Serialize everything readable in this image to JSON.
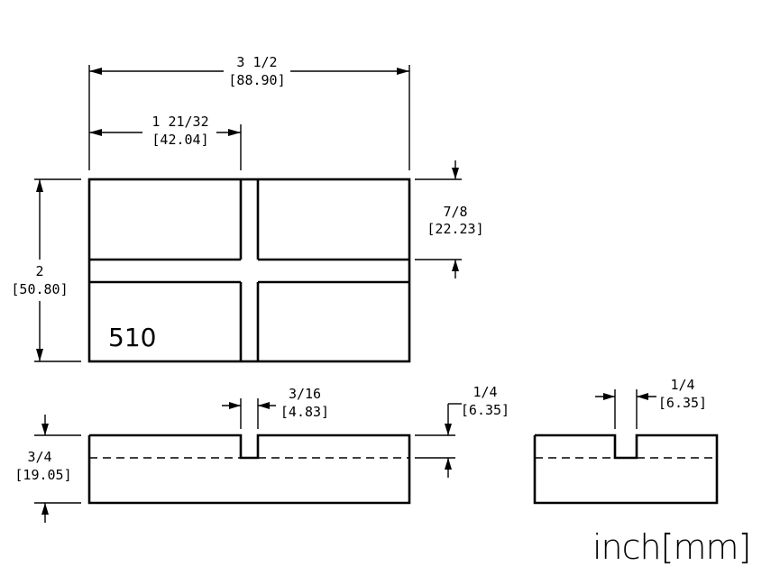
{
  "part_label": "510",
  "units": "inch[mm]",
  "dimensions": {
    "overall_width": {
      "inch": "3 1/2",
      "mm": "[88.90]"
    },
    "slot_offset": {
      "inch": "1 21/32",
      "mm": "[42.04]"
    },
    "overall_height": {
      "inch": "2",
      "mm": "[50.80]"
    },
    "top_cell_height": {
      "inch": "7/8",
      "mm": "[22.23]"
    },
    "slot_width": {
      "inch": "3/16",
      "mm": "[4.83]"
    },
    "slot_depth": {
      "inch": "1/4",
      "mm": "[6.35]"
    },
    "thickness": {
      "inch": "3/4",
      "mm": "[19.05]"
    },
    "side_slot_depth": {
      "inch": "1/4",
      "mm": "[6.35]"
    }
  }
}
